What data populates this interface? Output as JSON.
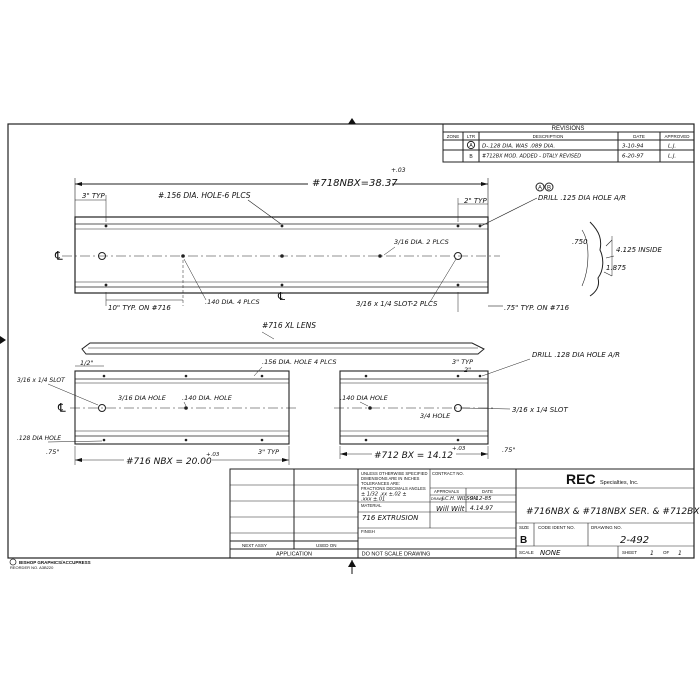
{
  "revisions": {
    "title": "REVISIONS",
    "headers": [
      "ZONE",
      "LTR",
      "DESCRIPTION",
      "DATE",
      "APPROVED"
    ],
    "rows": [
      {
        "zone": "",
        "ltr": "A",
        "description": "D-.128 DIA. WAS .089 DIA.",
        "date": "3-10-94",
        "approved": "L.J."
      },
      {
        "zone": "",
        "ltr": "B",
        "description": "#712BX MOD. ADDED - DTALY REVISED",
        "date": "6-20-97",
        "approved": "L.J."
      }
    ]
  },
  "top_view": {
    "overall_length": "#718NBX=38.37",
    "overall_tol": "+.03",
    "hole_note": "#.156 DIA. HOLE-6 PLCS",
    "end_dim": "3\" TYP",
    "right_end_dim": "2\" TYP",
    "drill_note": "DRILL .125 DIA HOLE A/R",
    "rev_marks": [
      "A",
      "B"
    ],
    "slot_dia": "3/16 DIA. 2 PLCS",
    "pitch_dim": "10\" TYP. ON #716",
    "small_hole": ".140 DIA. 4 PLCS",
    "slot_note": "3/16 x 1/4 SLOT-2 PLCS",
    "typ_on": ".75\" TYP. ON #716",
    "section_w": ".750",
    "section_h": "4.125 INSIDE",
    "section_mid": "1.875",
    "cl": "℄"
  },
  "lens": {
    "label": "#716 XL LENS"
  },
  "left_view": {
    "end_dim": "1/2\"",
    "hole_note": ".156 DIA. HOLE 4 PLCS",
    "slot_note": "3/16 x 1/4 SLOT",
    "dia_hole": "3/16 DIA HOLE",
    "small_hole": ".140 DIA. HOLE",
    "drill_note": ".128 DIA HOLE",
    "edge": ".75\"",
    "overall": "#716 NBX = 20.00",
    "overall_tol": "+.03",
    "typ": "3\" TYP",
    "cl": "℄"
  },
  "right_view": {
    "top_dim": "3\" TYP",
    "top_dim2": "2\"",
    "small_hole": ".140 DIA HOLE",
    "hole": "3/4 HOLE",
    "drill_note": "DRILL .128 DIA HOLE A/R",
    "slot_note": "3/16 x 1/4 SLOT",
    "overall": "#712 BX = 14.12",
    "overall_tol": "+.03",
    "edge": ".75\""
  },
  "title_block": {
    "tolerance_lines": [
      "UNLESS OTHERWISE SPECIFIED",
      "DIMENSIONS ARE IN INCHES",
      "TOLERANCES ARE:",
      "FRACTIONS  DECIMALS  ANGLES",
      "± 1/32   .xx ±.02  ±",
      "          .xxx ±.01"
    ],
    "contract_no": "CONTRACT NO.",
    "approvals": "APPROVALS",
    "date": "DATE",
    "drawn": "DRAWN",
    "drawn_by": "J.C.H. WILSON",
    "drawn_date": "9-12-85",
    "checked_by": "Will Wilt",
    "checked_date": "4.14.97",
    "material_label": "MATERIAL",
    "material": "716 EXTRUSION",
    "finish_label": "FINISH",
    "next_assy": "NEXT ASSY",
    "used_on": "USED ON",
    "application": "APPLICATION",
    "do_not_scale": "DO NOT SCALE DRAWING",
    "company_logo": "REC",
    "company_sub": "Specialties, Inc.",
    "part_title": "#716NBX & #718NBX  SER. & #712BX",
    "size_label": "SIZE",
    "size": "B",
    "code_ident_label": "CODE IDENT NO.",
    "drawing_no_label": "DRAWING NO.",
    "drawing_no": "2-492",
    "scale_label": "SCALE",
    "scale": "NONE",
    "sheet_label": "SHEET",
    "sheet": "1",
    "of_label": "OF",
    "of": "1"
  },
  "footer": {
    "publisher": "BISHOP GRAPHICS/ACCUPRESS",
    "reorder": "REORDER NO. A3B220"
  }
}
